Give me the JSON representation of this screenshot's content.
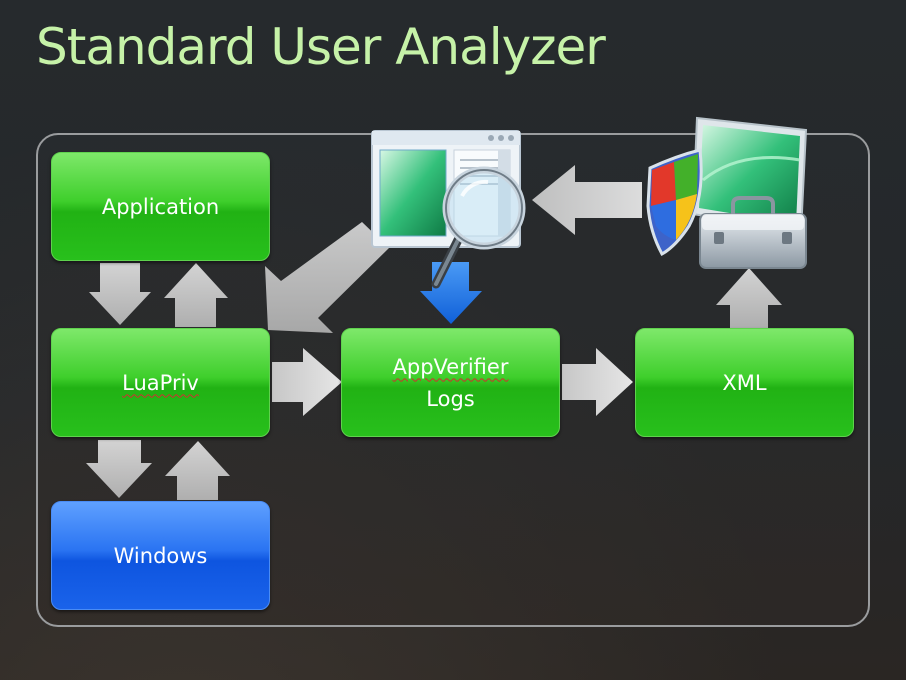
{
  "slide": {
    "title": "Standard User Analyzer"
  },
  "nodes": {
    "application": "Application",
    "luapriv": "LuaPriv",
    "windows": "Windows",
    "appverifier_line1": "AppVerifier",
    "appverifier_line2": "Logs",
    "xml": "XML"
  },
  "icons": {
    "report_viewer": "document-magnifier-icon",
    "tools": "monitor-shield-toolbox-icon"
  },
  "colors": {
    "title": "#c6f2a8",
    "node_green": "#2ec21f",
    "node_blue": "#1a63ea",
    "arrow": "#d8d8d8",
    "arrow_down_accent": "#1e72e0"
  }
}
